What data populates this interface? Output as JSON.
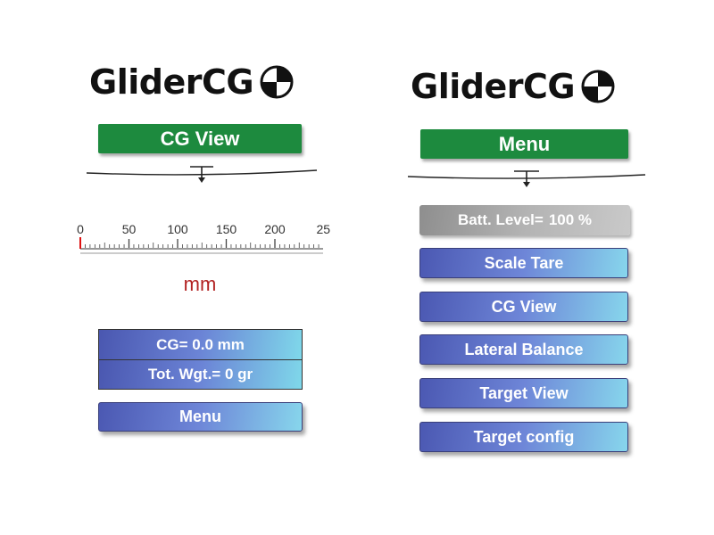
{
  "left_screen": {
    "logo_text": "GliderCG",
    "header": "CG View",
    "scale": {
      "tick_labels": [
        "0",
        "50",
        "100",
        "150",
        "200",
        "25"
      ]
    },
    "unit": "mm",
    "cg_readout": "CG= 0.0 mm",
    "weight_readout": "Tot. Wgt.= 0 gr",
    "menu_button": "Menu"
  },
  "right_screen": {
    "logo_text": "GliderCG",
    "header": "Menu",
    "battery": {
      "label": "Batt. Level=",
      "value": "100 %"
    },
    "buttons": [
      "Scale Tare",
      "CG View",
      "Lateral Balance",
      "Target View",
      "Target config"
    ]
  },
  "colors": {
    "header_green": "#1d8a3e",
    "unit_red": "#b22222",
    "button_gradient_start": "#4b58b2",
    "button_gradient_end": "#87d6ec"
  }
}
